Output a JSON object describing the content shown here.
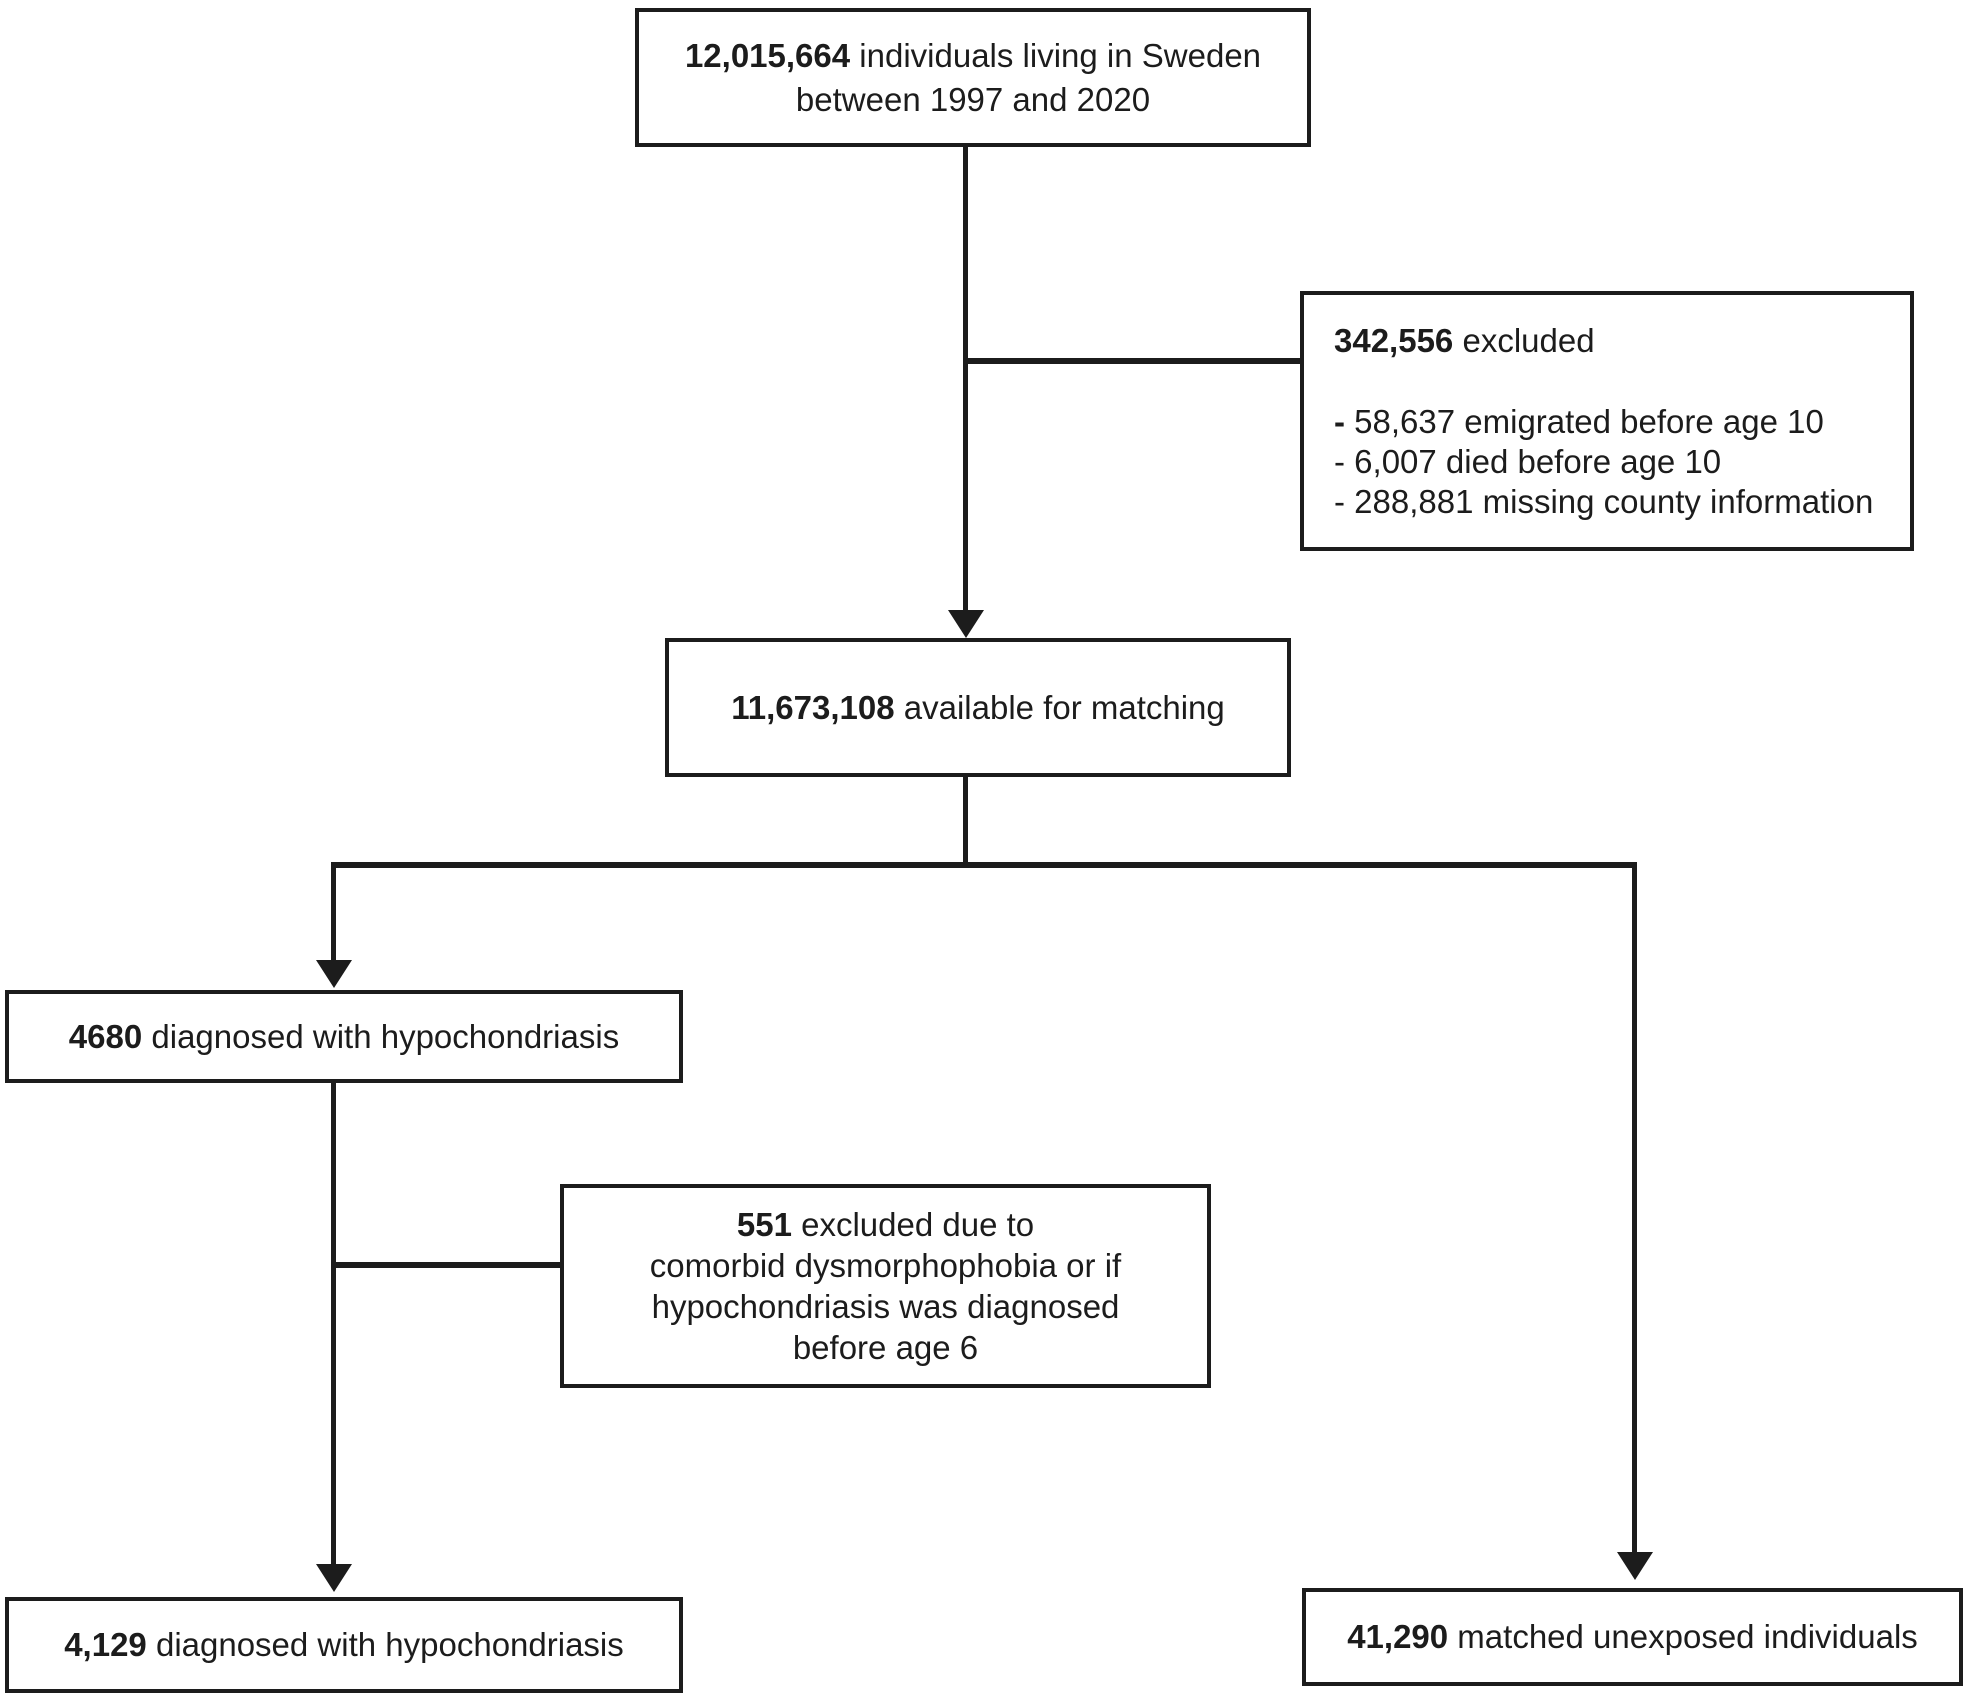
{
  "diagram": {
    "type": "flowchart",
    "nodes": {
      "population": {
        "number": "12,015,664",
        "text": " individuals living in Sweden",
        "text2": "between 1997 and 2020"
      },
      "excluded_initial": {
        "number": "342,556",
        "text": " excluded",
        "items": [
          {
            "prefix": "- ",
            "text": "58,637 emigrated before age 10"
          },
          {
            "prefix": "- ",
            "text": "6,007 died before age 10"
          },
          {
            "prefix": "- ",
            "text": "288,881 missing county information"
          }
        ]
      },
      "matching": {
        "number": "11,673,108",
        "text": " available for matching"
      },
      "exposed_diagnosed": {
        "number": "4680",
        "text": " diagnosed with hypochondriasis"
      },
      "excluded_secondary": {
        "number": "551",
        "text": " excluded due to",
        "line2": "comorbid dysmorphophobia or if",
        "line3": "hypochondriasis was diagnosed",
        "line4": "before age 6"
      },
      "final_exposed": {
        "number": "4,129",
        "text": " diagnosed with hypochondriasis"
      },
      "unexposed": {
        "number": "41,290",
        "text": " matched unexposed individuals"
      }
    },
    "colors": {
      "line": "#1c1c1c",
      "background": "#ffffff"
    }
  }
}
